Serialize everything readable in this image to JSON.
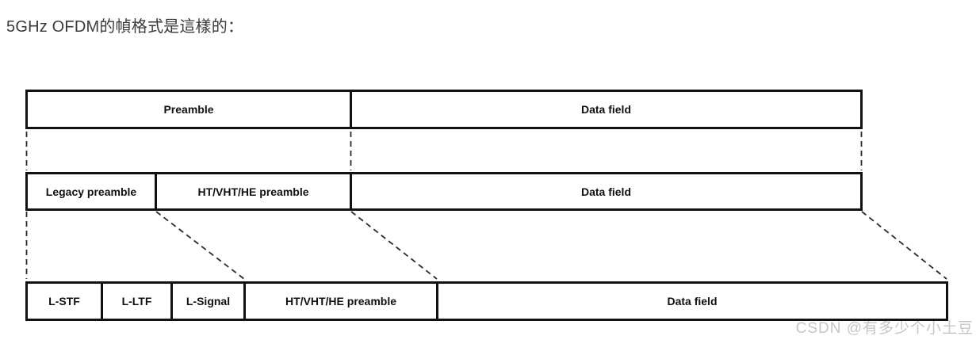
{
  "page": {
    "title": "5GHz OFDM的幀格式是這樣的："
  },
  "diagram": {
    "rows": [
      {
        "cells": [
          "Preamble",
          "Data field"
        ]
      },
      {
        "cells": [
          "Legacy preamble",
          "HT/VHT/HE preamble",
          "Data field"
        ]
      },
      {
        "cells": [
          "L-STF",
          "L-LTF",
          "L-Signal",
          "HT/VHT/HE preamble",
          "Data field"
        ]
      }
    ]
  },
  "watermark": {
    "text": "CSDN @有多少个小土豆"
  },
  "colors": {
    "background": "#ffffff",
    "title-text": "#3a3a3a",
    "box-border": "#121212",
    "box-fill": "#ffffff",
    "box-label": "#101010",
    "connector": "#2a2a2a",
    "watermark-text": "#c6c6c6"
  }
}
